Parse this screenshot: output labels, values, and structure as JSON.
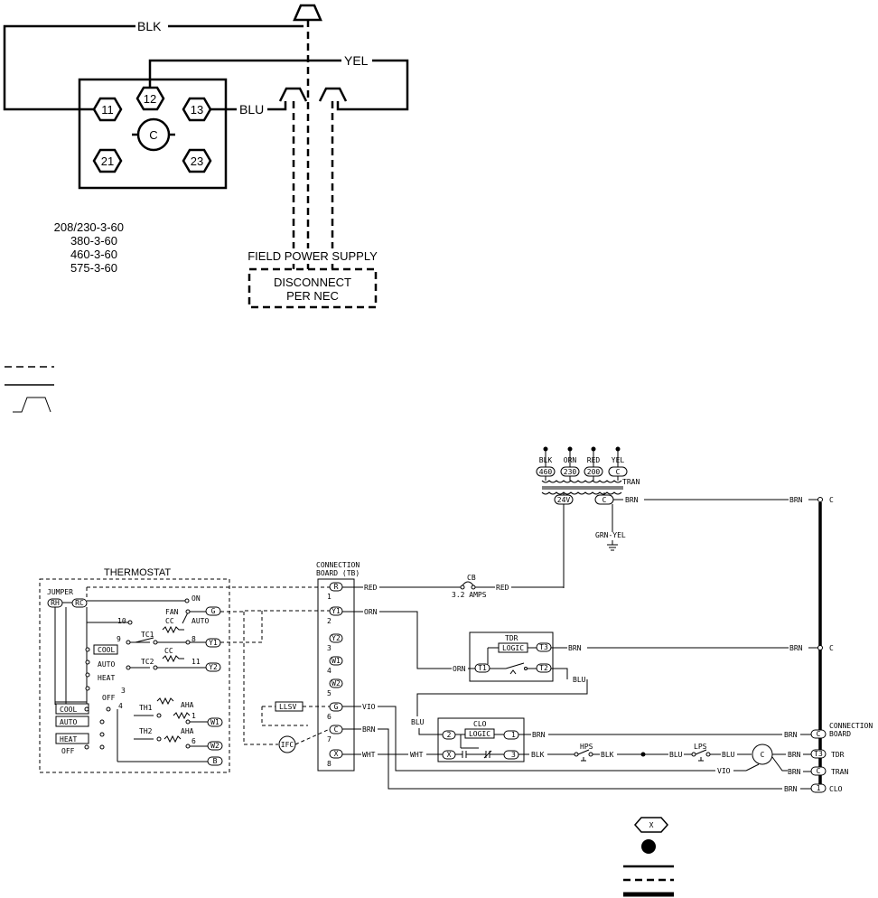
{
  "power": {
    "wire_blk": "BLK",
    "wire_yel": "YEL",
    "wire_blu": "BLU",
    "terminals": [
      "11",
      "12",
      "13",
      "21",
      "23"
    ],
    "contactor": "C",
    "voltages": [
      "208/230-3-60",
      "380-3-60",
      "460-3-60",
      "575-3-60"
    ],
    "field_power_supply": "FIELD POWER SUPPLY",
    "disconnect_line1": "DISCONNECT",
    "disconnect_line2": "PER NEC"
  },
  "transformer": {
    "taps": [
      "BLK",
      "ORN",
      "RED",
      "YEL"
    ],
    "tap_values": [
      "460",
      "230",
      "200",
      "C"
    ],
    "tran": "TRAN",
    "v24": "24V",
    "c": "C",
    "grn_yel": "GRN-YEL"
  },
  "thermostat": {
    "title": "THERMOSTAT",
    "jumper": "JUMPER",
    "rh": "RH",
    "rc": "RC",
    "on": "ON",
    "fan": "FAN",
    "auto": "AUTO",
    "cc": "CC",
    "tc1": "TC1",
    "tc2": "TC2",
    "th1": "TH1",
    "th2": "TH2",
    "aha": "AHA",
    "cool": "COOL",
    "heat": "HEAT",
    "off": "OFF",
    "nums": [
      "10",
      "9",
      "8",
      "11",
      "3",
      "4",
      "1",
      "6"
    ],
    "terms": [
      "G",
      "Y1",
      "Y2",
      "W1",
      "W2",
      "B"
    ],
    "mode_boxes": [
      "COOL",
      "AUTO",
      "HEAT"
    ],
    "mode_off": "OFF"
  },
  "board": {
    "title_line1": "CONNECTION",
    "title_line2": "BOARD (TB)",
    "terms": [
      "R",
      "Y1",
      "Y2",
      "W1",
      "W2",
      "G",
      "C",
      "X"
    ],
    "nums": [
      "1",
      "2",
      "3",
      "4",
      "5",
      "6",
      "7",
      "8"
    ],
    "llsv": "LLSV",
    "ifc": "IFC"
  },
  "wires": {
    "red": "RED",
    "orn": "ORN",
    "vio": "VIO",
    "brn": "BRN",
    "wht": "WHT",
    "blu": "BLU",
    "blk": "BLK",
    "cb": "CB",
    "cb_amps": "3.2 AMPS"
  },
  "controls": {
    "tdr": "TDR",
    "clo": "CLO",
    "logic": "LOGIC",
    "t1": "T1",
    "t2": "T2",
    "t3": "T3",
    "hps": "HPS",
    "lps": "LPS"
  },
  "right_labels": {
    "c": "C",
    "connection_board_line1": "CONNECTION",
    "connection_board_line2": "BOARD",
    "tdr": "TDR",
    "tran": "TRAN",
    "clo": "CLO",
    "t3": "T3",
    "one": "1"
  },
  "legend": {
    "x": "X"
  }
}
